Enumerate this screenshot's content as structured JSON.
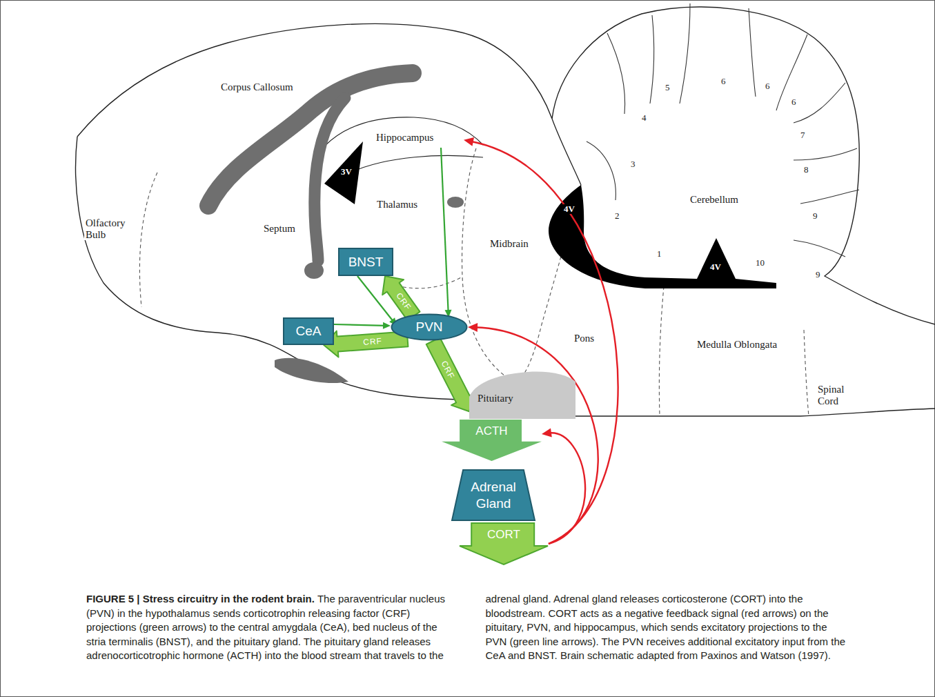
{
  "diagram": {
    "title": "FIGURE 5 | Stress circuitry in the rodent brain.",
    "caption": "The paraventricular nucleus (PVN) in the hypothalamus sends corticotrophin releasing factor (CRF) projections (green arrows) to the central amygdala (CeA), bed nucleus of the stria terminalis (BNST), and the pituitary gland. The pituitary gland releases adrenocorticotrophic hormone (ACTH) into the blood stream that travels to the adrenal gland. Adrenal gland releases corticosterone (CORT) into the bloodstream. CORT acts as a negative feedback signal (red arrows) on the pituitary, PVN, and hippocampus, which sends excitatory projections to the PVN (green line arrows). The PVN receives additional excitatory input from the CeA and BNST. Brain schematic adapted from Paxinos and Watson (1997).",
    "nodes": [
      {
        "text": [
          "Hippocampus"
        ]
      },
      {
        "text": [
          "BNST"
        ]
      },
      {
        "text": [
          "CeA"
        ]
      },
      {
        "text": [
          "PVN"
        ]
      },
      {
        "text": [
          "Pituitary"
        ]
      },
      {
        "text": [
          "ACTH"
        ]
      },
      {
        "text": [
          "Adrenal Gland"
        ]
      },
      {
        "text": [
          "CORT"
        ]
      }
    ],
    "edges": [
      {
        "from": 0,
        "to": 3,
        "arrow": "to"
      },
      {
        "from": 1,
        "to": 3,
        "arrow": "to"
      },
      {
        "from": 2,
        "to": 3,
        "arrow": "to"
      },
      {
        "from": 3,
        "to": 1,
        "label": "CRF",
        "arrow": "to"
      },
      {
        "from": 3,
        "to": 2,
        "label": "CRF",
        "arrow": "to"
      },
      {
        "from": 3,
        "to": 4,
        "label": "CRF",
        "arrow": "to"
      },
      {
        "from": 7,
        "to": 0,
        "arrow": "to"
      },
      {
        "from": 7,
        "to": 3,
        "arrow": "to"
      },
      {
        "from": 7,
        "to": 5,
        "arrow": "to"
      }
    ],
    "labels": [
      "Corpus Callosum",
      "3V",
      "Olfactory Bulb",
      "Septum",
      "Thalamus",
      "Midbrain",
      "4V",
      "5",
      "6",
      "6",
      "6",
      "4",
      "7",
      "3",
      "8",
      "2",
      "Cerebellum",
      "9",
      "1",
      "4V",
      "10",
      "9",
      "Pons",
      "Medulla Oblongata",
      "Spinal Cord"
    ]
  }
}
